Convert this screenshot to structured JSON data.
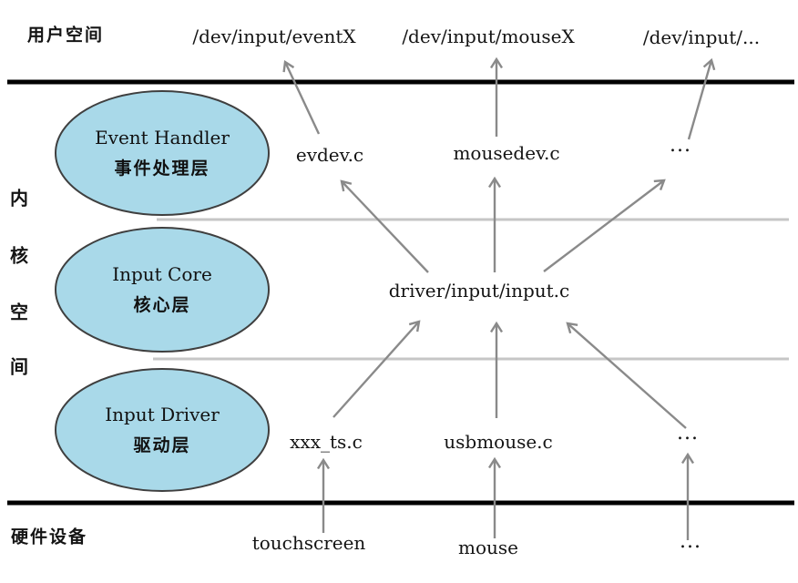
{
  "user_space": {
    "label": "用户空间",
    "nodes": [
      "/dev/input/eventX",
      "/dev/input/mouseX",
      "/dev/input/..."
    ]
  },
  "kernel_space": {
    "label": "内核空间",
    "label_chars": [
      "内",
      "核",
      "空",
      "间"
    ]
  },
  "layers": [
    {
      "en": "Event Handler",
      "zh": "事件处理层"
    },
    {
      "en": "Input Core",
      "zh": "核心层"
    },
    {
      "en": "Input Driver",
      "zh": "驱动层"
    }
  ],
  "handler_nodes": [
    "evdev.c",
    "mousedev.c",
    "..."
  ],
  "core_node": "driver/input/input.c",
  "driver_nodes": [
    "xxx_ts.c",
    "usbmouse.c",
    "..."
  ],
  "hardware": {
    "label": "硬件设备",
    "nodes": [
      "touchscreen",
      "mouse",
      "..."
    ]
  },
  "edges": [
    {
      "from": "evdev.c",
      "to": "/dev/input/eventX"
    },
    {
      "from": "mousedev.c",
      "to": "/dev/input/mouseX"
    },
    {
      "from": "... (handler)",
      "to": "/dev/input/..."
    },
    {
      "from": "driver/input/input.c",
      "to": "evdev.c"
    },
    {
      "from": "driver/input/input.c",
      "to": "mousedev.c"
    },
    {
      "from": "driver/input/input.c",
      "to": "... (handler)"
    },
    {
      "from": "xxx_ts.c",
      "to": "driver/input/input.c"
    },
    {
      "from": "usbmouse.c",
      "to": "driver/input/input.c"
    },
    {
      "from": "... (driver)",
      "to": "driver/input/input.c"
    },
    {
      "from": "touchscreen",
      "to": "xxx_ts.c"
    },
    {
      "from": "mouse",
      "to": "usbmouse.c"
    },
    {
      "from": "... (hardware)",
      "to": "... (driver)"
    }
  ],
  "colors": {
    "ellipse_fill": "#a9d9e9",
    "ellipse_stroke": "#3f3f3f",
    "arrow": "#8a8a8a",
    "separator_line": "#c6c6c6",
    "boundary_line": "#000000"
  }
}
